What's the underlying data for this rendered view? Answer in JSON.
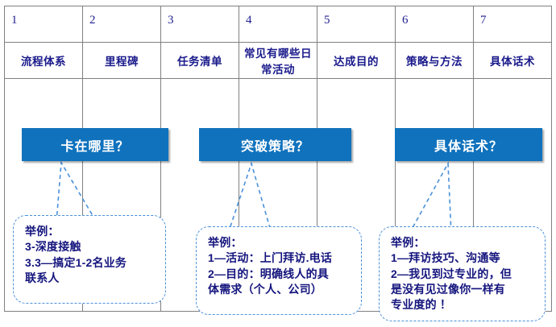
{
  "table": {
    "numbers": [
      "1",
      "2",
      "3",
      "4",
      "5",
      "6",
      "7"
    ],
    "labels": [
      "流程体系",
      "里程碑",
      "任务清单",
      "常见有哪些日常活动",
      "达成目的",
      "策略与方法",
      "具体话术"
    ]
  },
  "blue_boxes": [
    {
      "label": "卡在哪里？"
    },
    {
      "label": "突破策略？"
    },
    {
      "label": "具体话术？"
    }
  ],
  "callouts": [
    {
      "text": "举例：\n3-深度接触\n3.3—搞定1-2名业务\n联系人"
    },
    {
      "text": "举例：\n1—活动：上门拜访.电话\n2—目的：明确线人的具\n体需求（个人、公司）"
    },
    {
      "text": "举例：\n1—拜访技巧、沟通等\n2—我见到过专业的，但\n是没有见过像你一样有\n专业度的 ！"
    }
  ],
  "colors": {
    "box_blue": "#1072bd",
    "callout_border": "#4a90d9",
    "text_navy": "#15157e",
    "grid_line": "#808080"
  }
}
